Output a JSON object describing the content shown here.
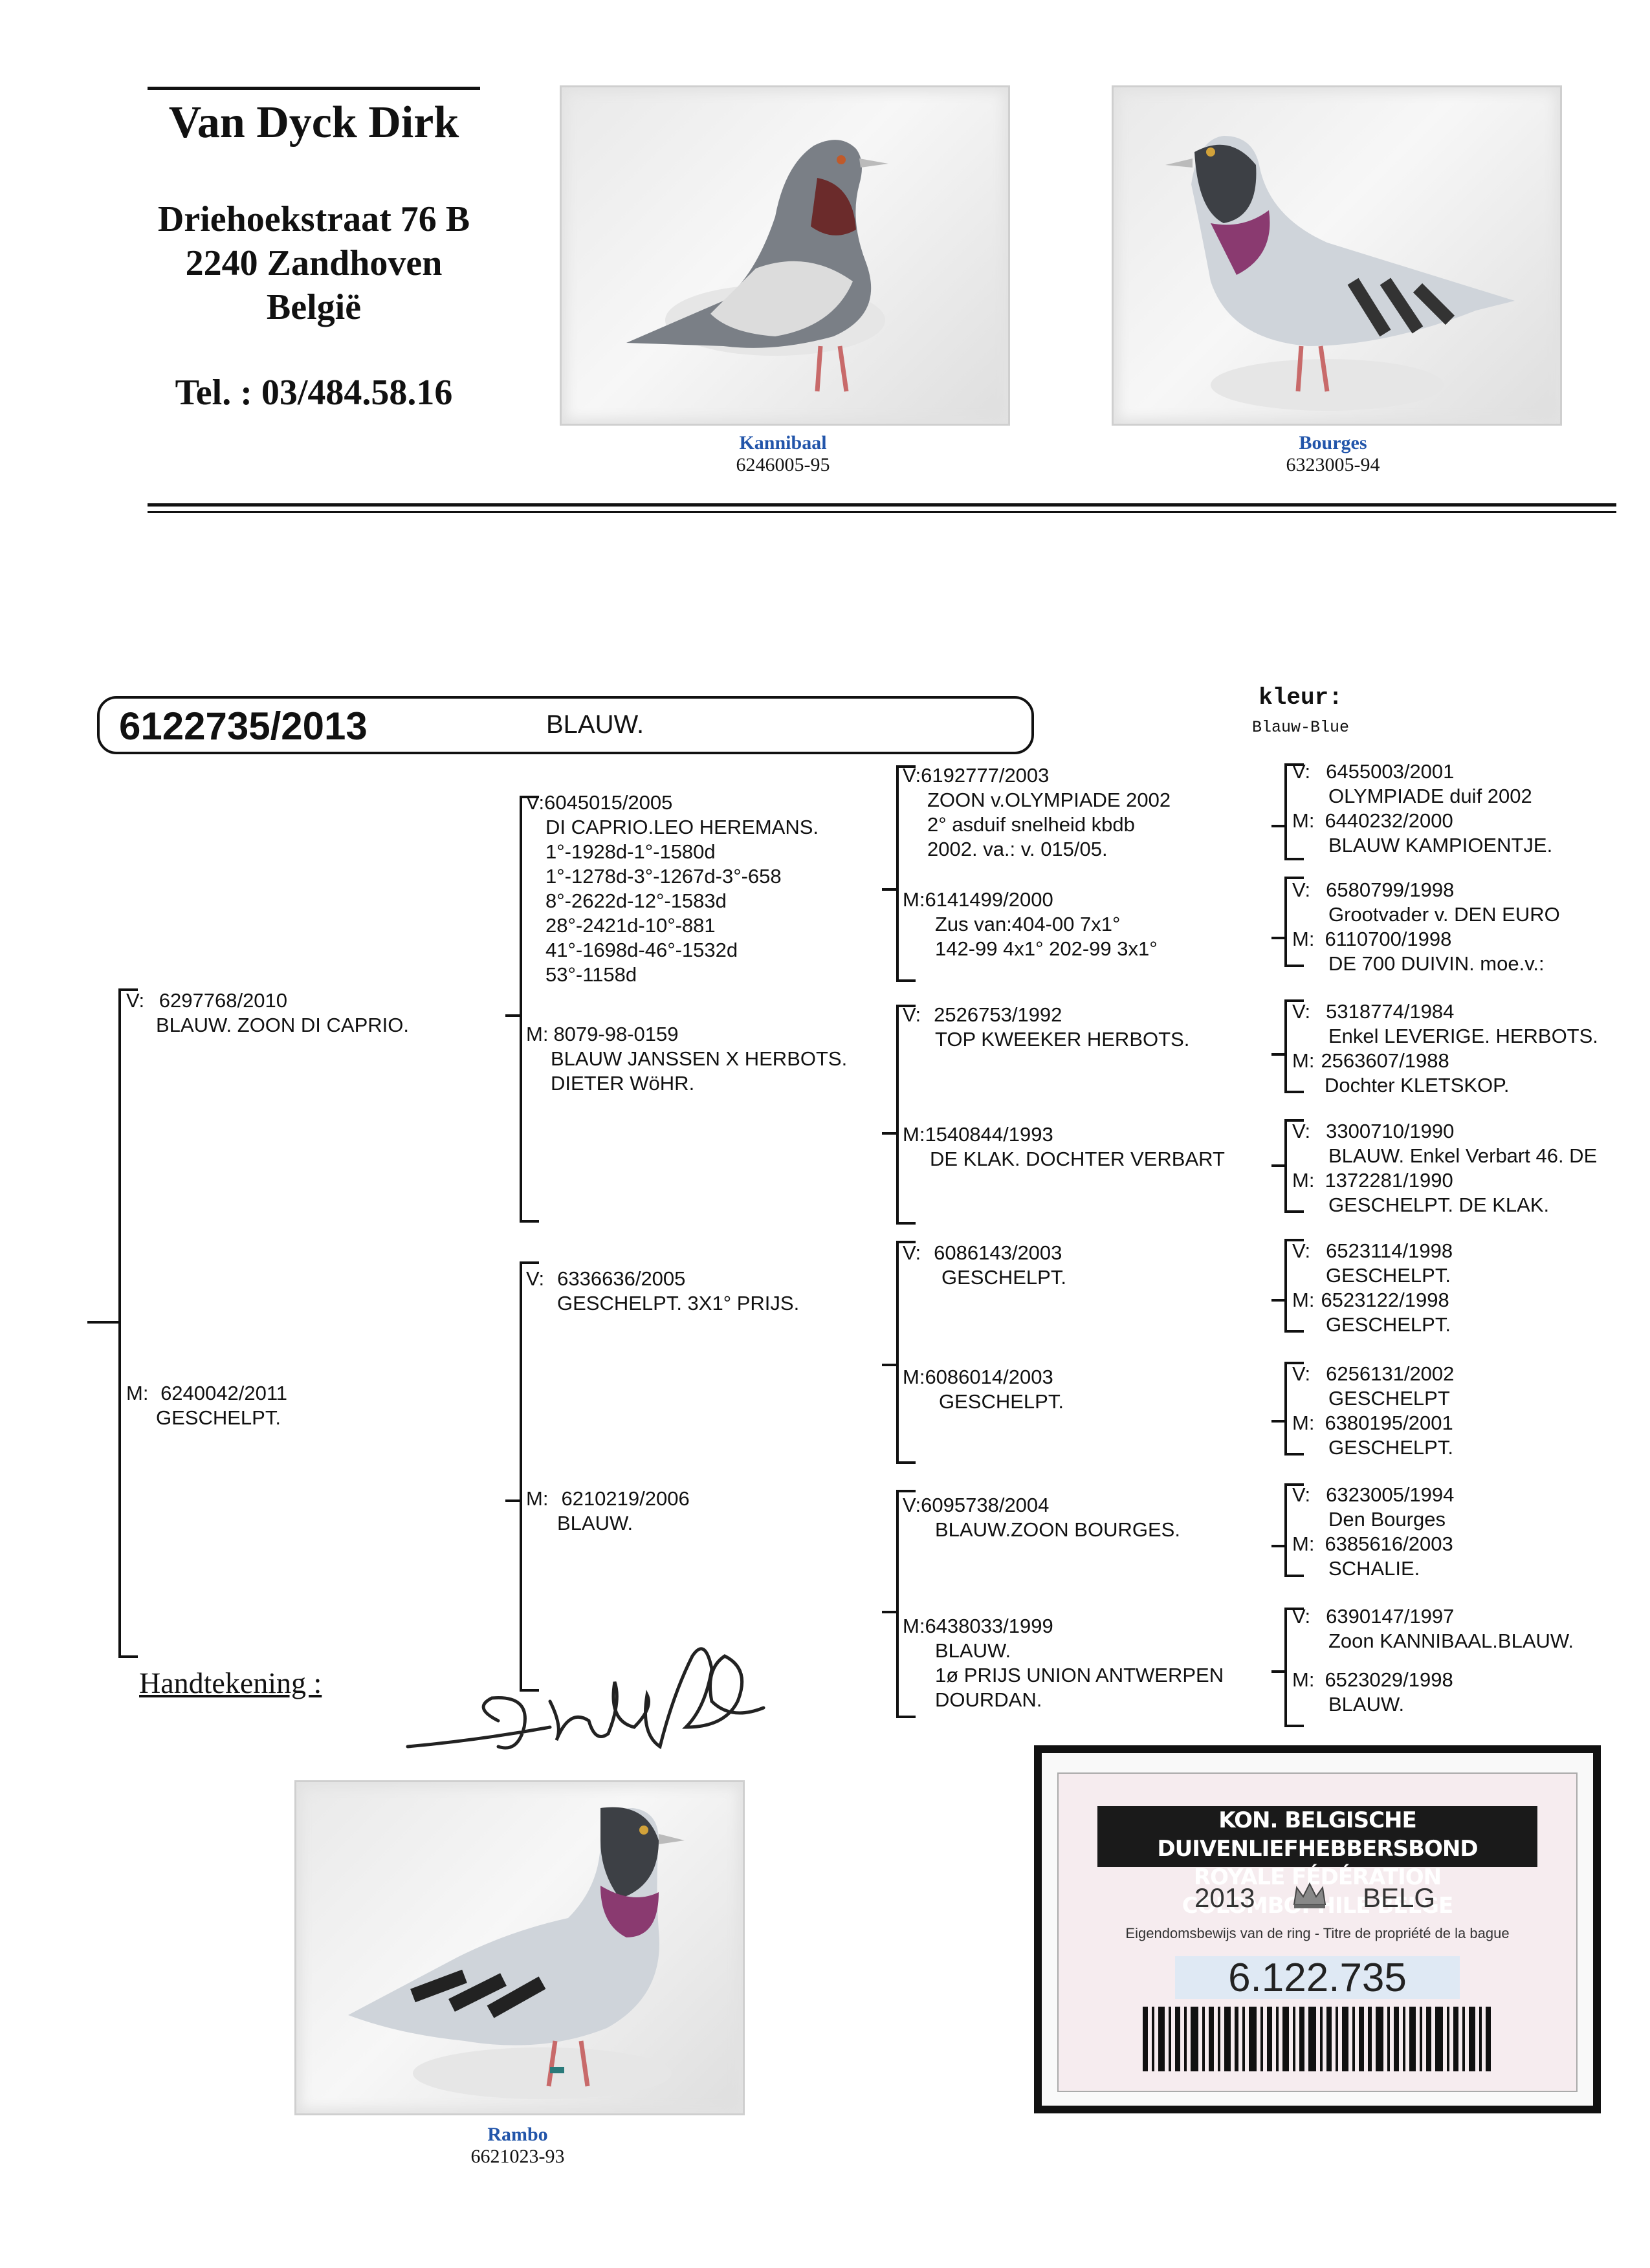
{
  "breeder": {
    "name": "Van Dyck Dirk",
    "street": "Driehoekstraat 76 B",
    "city": "2240 Zandhoven",
    "country": "België",
    "phone": "Tel. : 03/484.58.16"
  },
  "photos": {
    "top_left": {
      "name": "Kannibaal",
      "ring": "6246005-95"
    },
    "top_right": {
      "name": "Bourges",
      "ring": "6323005-94"
    },
    "bottom": {
      "name": "Rambo",
      "ring": "6621023-93"
    }
  },
  "subject": {
    "ring": "6122735/2013",
    "color": "BLAUW.",
    "kleur_label": "kleur:",
    "kleur_value": "Blauw-Blue"
  },
  "gen1": {
    "father": {
      "tag": "V:",
      "lines": [
        "6297768/2010",
        "BLAUW. ZOON DI CAPRIO."
      ]
    },
    "mother": {
      "tag": "M:",
      "lines": [
        "6240042/2011",
        "GESCHELPT."
      ]
    }
  },
  "gen2": [
    {
      "tag": "V:",
      "lines": [
        "6045015/2005",
        "DI CAPRIO.LEO HEREMANS.",
        "1°-1928d-1°-1580d",
        "1°-1278d-3°-1267d-3°-658",
        "8°-2622d-12°-1583d",
        "28°-2421d-10°-881",
        "41°-1698d-46°-1532d",
        "53°-1158d"
      ]
    },
    {
      "tag": "M:",
      "lines": [
        "8079-98-0159",
        "BLAUW JANSSEN X HERBOTS.",
        "DIETER WöHR."
      ]
    },
    {
      "tag": "V:",
      "lines": [
        "6336636/2005",
        "GESCHELPT. 3X1° PRIJS."
      ]
    },
    {
      "tag": "M:",
      "lines": [
        "6210219/2006",
        "BLAUW."
      ]
    }
  ],
  "gen3": [
    {
      "tag": "V:",
      "lines": [
        "6192777/2003",
        "ZOON v.OLYMPIADE 2002",
        "2° asduif snelheid kbdb",
        "2002. va.: v. 015/05."
      ]
    },
    {
      "tag": "M:",
      "lines": [
        "6141499/2000",
        "Zus van:404-00 7x1°",
        "142-99 4x1° 202-99 3x1°"
      ]
    },
    {
      "tag": "V:",
      "lines": [
        "2526753/1992",
        "TOP KWEEKER HERBOTS."
      ]
    },
    {
      "tag": "M:",
      "lines": [
        "1540844/1993",
        "DE KLAK. DOCHTER VERBART"
      ]
    },
    {
      "tag": "V:",
      "lines": [
        "6086143/2003",
        "GESCHELPT."
      ]
    },
    {
      "tag": "M:",
      "lines": [
        "6086014/2003",
        "GESCHELPT."
      ]
    },
    {
      "tag": "V:",
      "lines": [
        "6095738/2004",
        "BLAUW.ZOON BOURGES."
      ]
    },
    {
      "tag": "M:",
      "lines": [
        "6438033/1999",
        "BLAUW.",
        "1ø PRIJS UNION ANTWERPEN",
        "DOURDAN."
      ]
    }
  ],
  "gen4": [
    {
      "v": [
        "6455003/2001",
        "OLYMPIADE duif 2002"
      ],
      "m": [
        "6440232/2000",
        "BLAUW KAMPIOENTJE."
      ]
    },
    {
      "v": [
        "6580799/1998",
        "Grootvader v. DEN EURO"
      ],
      "m": [
        "6110700/1998",
        "DE 700 DUIVIN. moe.v.:"
      ]
    },
    {
      "v": [
        "5318774/1984",
        "Enkel LEVERIGE. HERBOTS."
      ],
      "m": [
        "2563607/1988",
        "Dochter KLETSKOP."
      ]
    },
    {
      "v": [
        "3300710/1990",
        "BLAUW. Enkel Verbart 46. DE"
      ],
      "m": [
        "1372281/1990",
        "GESCHELPT. DE KLAK."
      ]
    },
    {
      "v": [
        "6523114/1998",
        "GESCHELPT."
      ],
      "m": [
        "6523122/1998",
        "GESCHELPT."
      ]
    },
    {
      "v": [
        "6256131/2002",
        "GESCHELPT"
      ],
      "m": [
        "6380195/2001",
        "GESCHELPT."
      ]
    },
    {
      "v": [
        "6323005/1994",
        "Den Bourges"
      ],
      "m": [
        "6385616/2003",
        "SCHALIE."
      ]
    },
    {
      "v": [
        "6390147/1997",
        "Zoon KANNIBAAL.BLAUW."
      ],
      "m": [
        "6523029/1998",
        "BLAUW."
      ]
    }
  ],
  "tags": {
    "v": "V:",
    "m": "M:"
  },
  "signature_label": "Handtekening :",
  "certificate": {
    "line1": "KON. BELGISCHE DUIVENLIEFHEBBERSBOND",
    "line2": "ROYALE FÉDÉRATION COLOMBOPHILE BELGE",
    "year": "2013",
    "country": "BELG",
    "title": "Eigendomsbewijs van de ring - Titre de propriété de la bague",
    "number": "6.122.735"
  }
}
